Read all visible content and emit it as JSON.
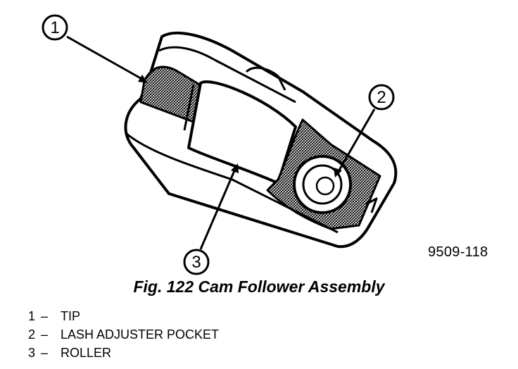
{
  "figure": {
    "code": "9509-118",
    "callouts": [
      "1",
      "2",
      "3"
    ]
  },
  "caption": "Fig. 122 Cam Follower Assembly",
  "legend": [
    {
      "num": "1",
      "dash": "–",
      "label": "TIP"
    },
    {
      "num": "2",
      "dash": "–",
      "label": "LASH ADJUSTER POCKET"
    },
    {
      "num": "3",
      "dash": "–",
      "label": "ROLLER"
    }
  ],
  "colors": {
    "ink": "#000000",
    "paper": "#ffffff"
  }
}
